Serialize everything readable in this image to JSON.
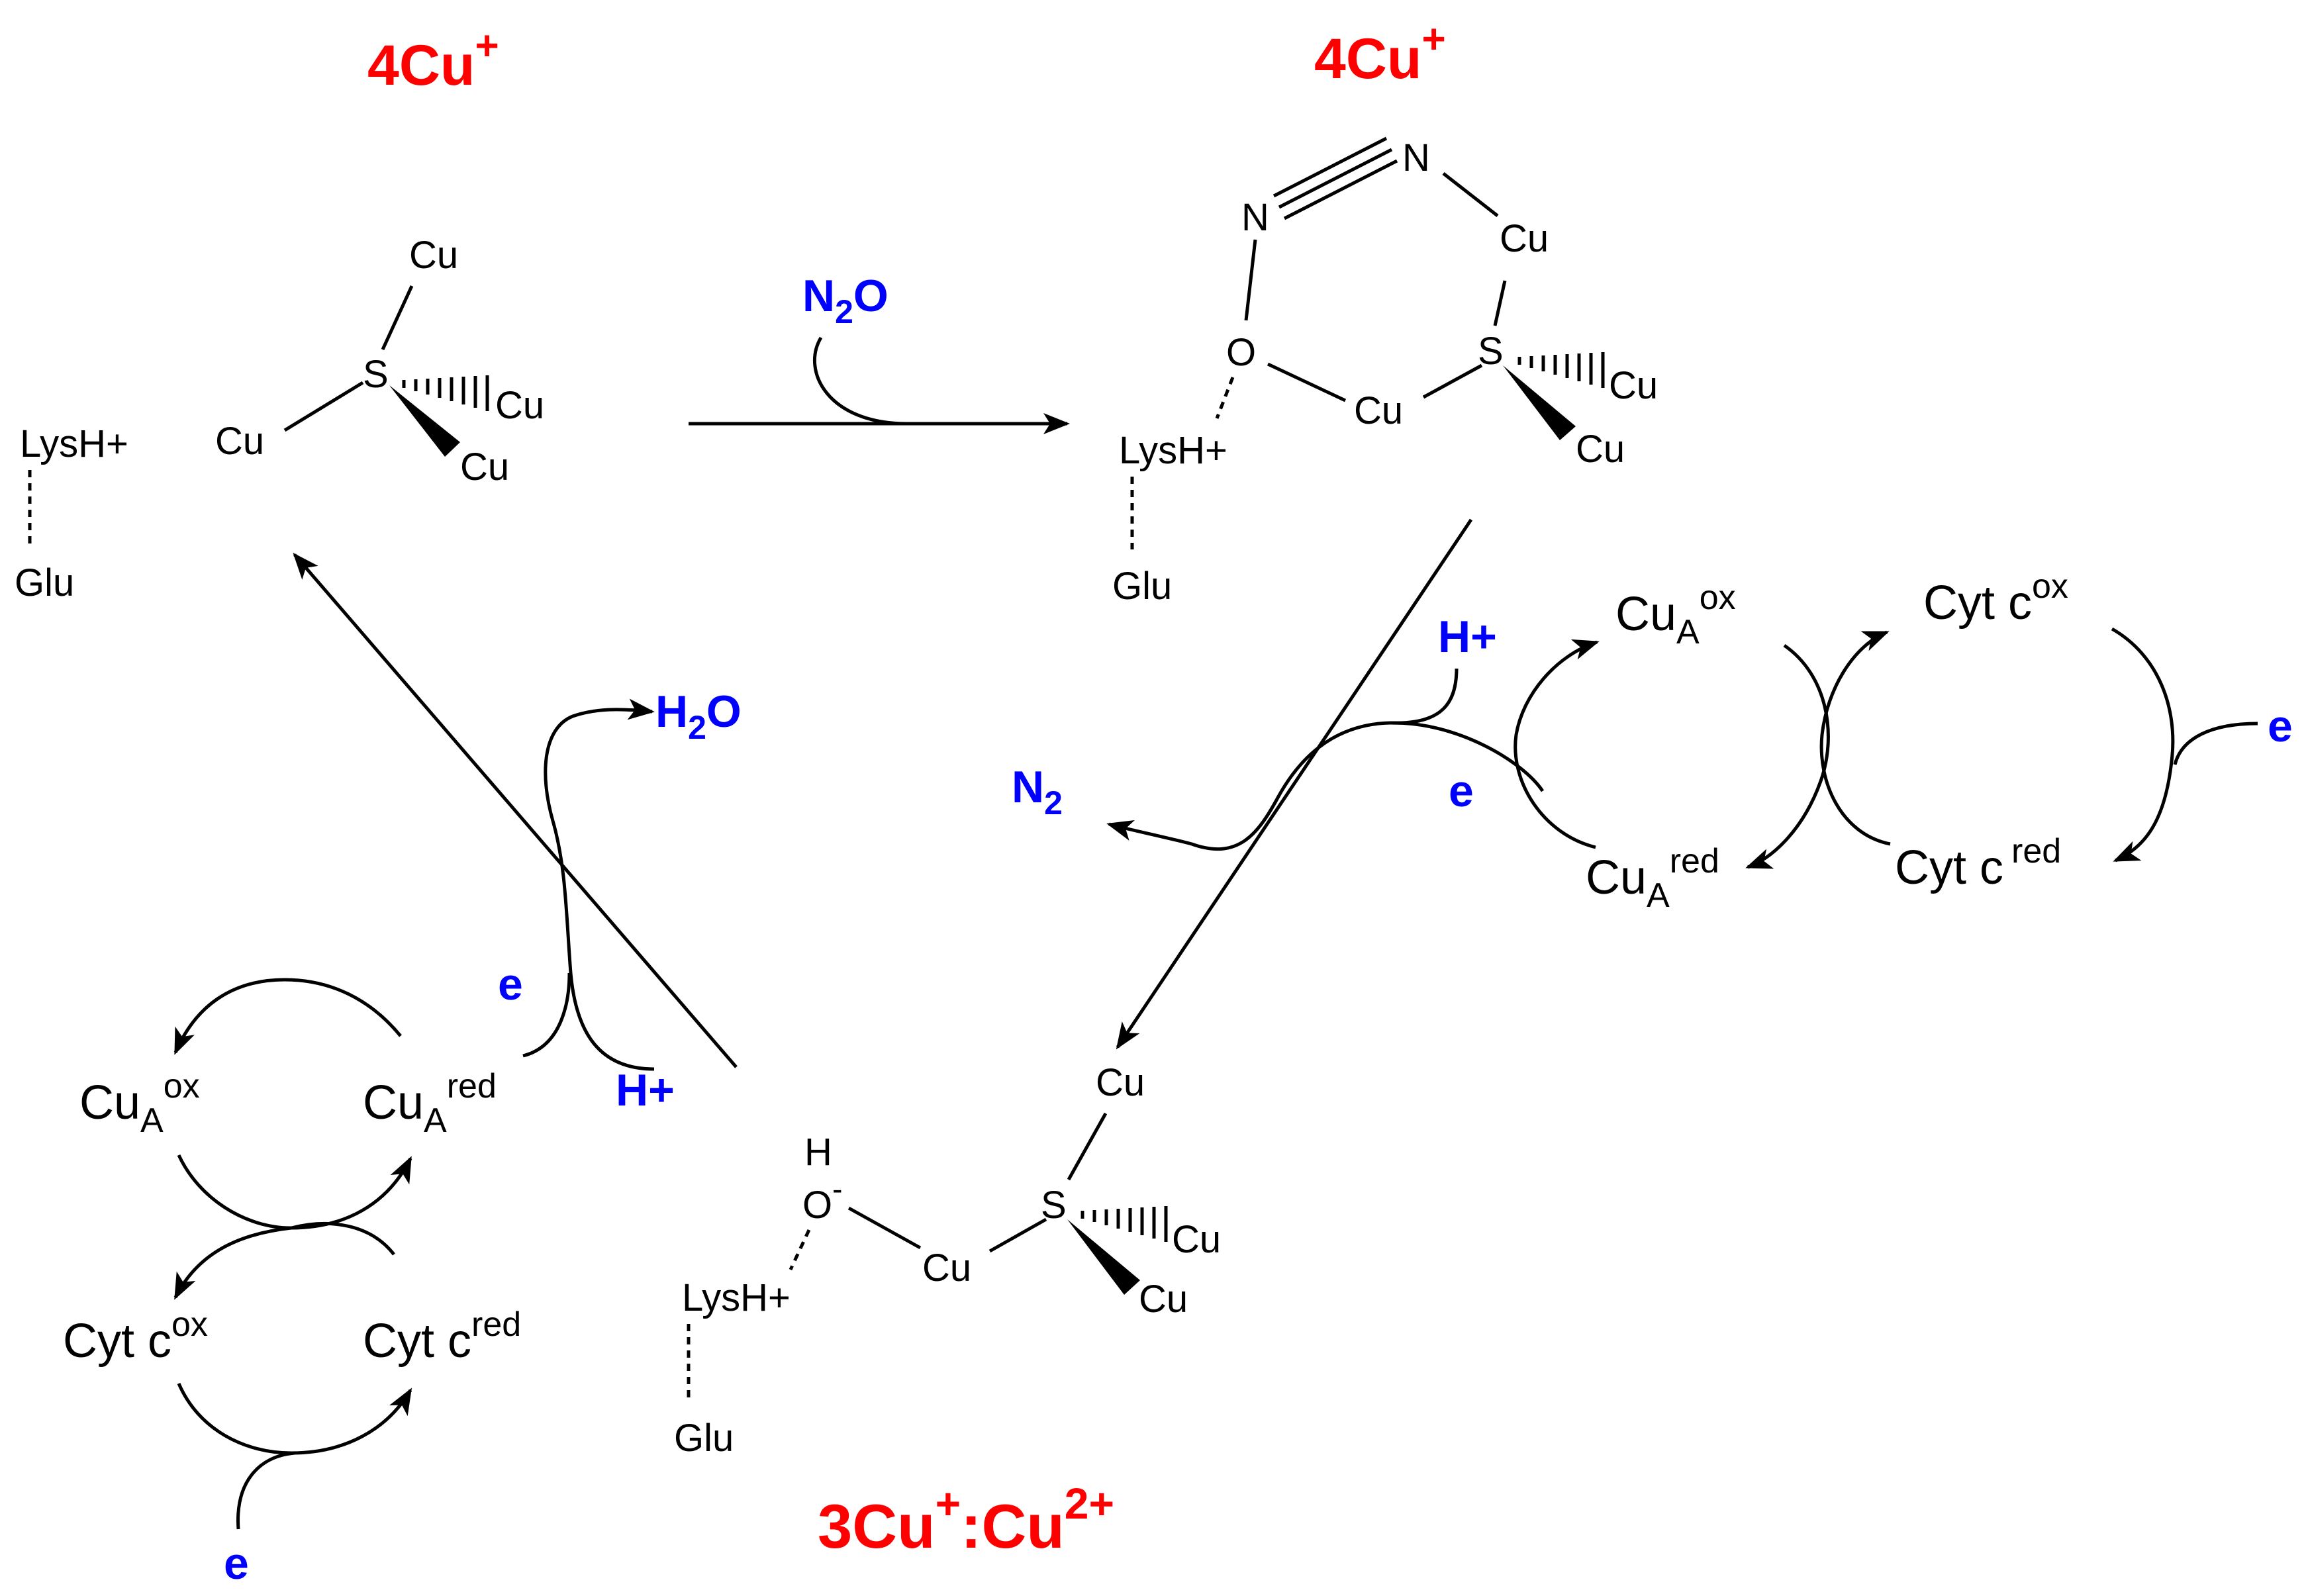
{
  "states": {
    "top_left_label": {
      "main": "4Cu",
      "sup": "+"
    },
    "top_right_label": {
      "main": "4Cu",
      "sup": "+"
    },
    "bottom_label": {
      "a": "3Cu",
      "a_sup": "+",
      "b": ":Cu",
      "b_sup": "2+"
    }
  },
  "atoms": {
    "cu": "Cu",
    "s": "S",
    "n": "N",
    "o": "O",
    "o_minus_sup": "-",
    "h": "H",
    "lysh": "LysH+",
    "glu": "Glu"
  },
  "species": {
    "n2o": {
      "main": "N",
      "sub": "2",
      "tail": "O"
    },
    "n2": {
      "main": "N",
      "sub": "2"
    },
    "h2o": {
      "main": "H",
      "sub": "2",
      "tail": "O"
    },
    "h_plus": "H+",
    "electron": "e"
  },
  "redox": {
    "cua": {
      "main": "Cu",
      "sub": "A"
    },
    "ox": "ox",
    "red": "red",
    "cytc": "Cyt c"
  },
  "colors": {
    "state_label": "#ff0000",
    "reactant": "#0000ff",
    "structure": "#000000"
  }
}
